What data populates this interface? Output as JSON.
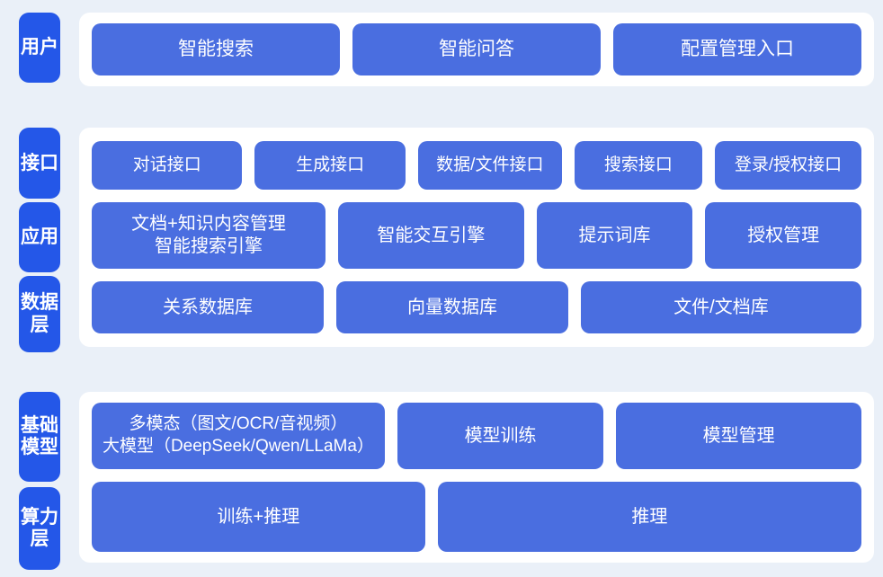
{
  "theme": {
    "page_background": "#eaf0f8",
    "panel_background": "#ffffff",
    "tab_color": "#2457e8",
    "box_color": "#4a6ee0",
    "text_color": "#ffffff"
  },
  "chart_data": {
    "type": "diagram",
    "title": "",
    "layers": [
      {
        "tab": "用户",
        "rows": [
          [
            "智能搜索",
            "智能问答",
            "配置管理入口"
          ]
        ]
      },
      {
        "tab": "接口",
        "rows": [
          [
            "对话接口",
            "生成接口",
            "数据/文件接口",
            "搜索接口",
            "登录/授权接口"
          ]
        ]
      },
      {
        "tab": "应用",
        "rows": [
          [
            "文档+知识内容管理\n智能搜索引擎",
            "智能交互引擎",
            "提示词库",
            "授权管理"
          ]
        ]
      },
      {
        "tab": "数据层",
        "rows": [
          [
            "关系数据库",
            "向量数据库",
            "文件/文档库"
          ]
        ]
      },
      {
        "tab": "基础模型",
        "rows": [
          [
            "多模态（图文/OCR/音视频）\n大模型（DeepSeek/Qwen/LLaMa）",
            "模型训练",
            "模型管理"
          ]
        ]
      },
      {
        "tab": "算力层",
        "rows": [
          [
            "训练+推理",
            "推理"
          ]
        ]
      }
    ]
  },
  "tabs": {
    "user": "用户",
    "api": "接口",
    "app": "应用",
    "data": "数据层",
    "model": "基础模型",
    "power": "算力层"
  },
  "user_row": {
    "items": [
      {
        "label": "智能搜索"
      },
      {
        "label": "智能问答"
      },
      {
        "label": "配置管理入口"
      }
    ]
  },
  "api_row": {
    "items": [
      {
        "label": "对话接口"
      },
      {
        "label": "生成接口"
      },
      {
        "label": "数据/文件接口"
      },
      {
        "label": "搜索接口"
      },
      {
        "label": "登录/授权接口"
      }
    ]
  },
  "app_row": {
    "items": [
      {
        "label": "文档+知识内容管理\n智能搜索引擎"
      },
      {
        "label": "智能交互引擎"
      },
      {
        "label": "提示词库"
      },
      {
        "label": "授权管理"
      }
    ]
  },
  "data_row": {
    "items": [
      {
        "label": "关系数据库"
      },
      {
        "label": "向量数据库"
      },
      {
        "label": "文件/文档库"
      }
    ]
  },
  "model_row": {
    "items": [
      {
        "label": "多模态（图文/OCR/音视频）\n大模型（DeepSeek/Qwen/LLaMa）"
      },
      {
        "label": "模型训练"
      },
      {
        "label": "模型管理"
      }
    ]
  },
  "power_row": {
    "items": [
      {
        "label": "训练+推理"
      },
      {
        "label": "推理"
      }
    ]
  }
}
